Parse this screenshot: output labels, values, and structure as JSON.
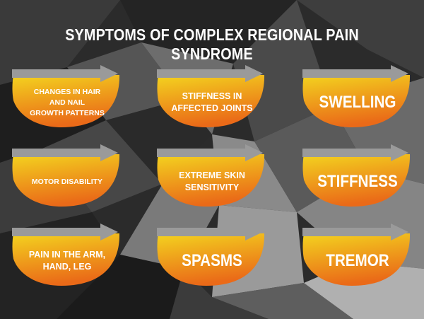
{
  "title": "SYMPTOMS OF COMPLEX REGIONAL PAIN SYNDROME",
  "colors": {
    "leaf_top": "#f3d41f",
    "leaf_bottom": "#ea6a18",
    "arrow": "#9a9a9a",
    "text": "#ffffff"
  },
  "symptoms": [
    [
      "CHANGES IN HAIR\nAND NAIL\nGROWTH PATTERNS",
      "STIFFNESS IN\nAFFECTED JOINTS",
      "SWELLING"
    ],
    [
      "MOTOR DISABILITY",
      "EXTREME SKIN\nSENSITIVITY",
      "STIFFNESS"
    ],
    [
      "PAIN IN THE ARM,\nHAND, LEG",
      "SPASMS",
      "TREMOR"
    ]
  ]
}
